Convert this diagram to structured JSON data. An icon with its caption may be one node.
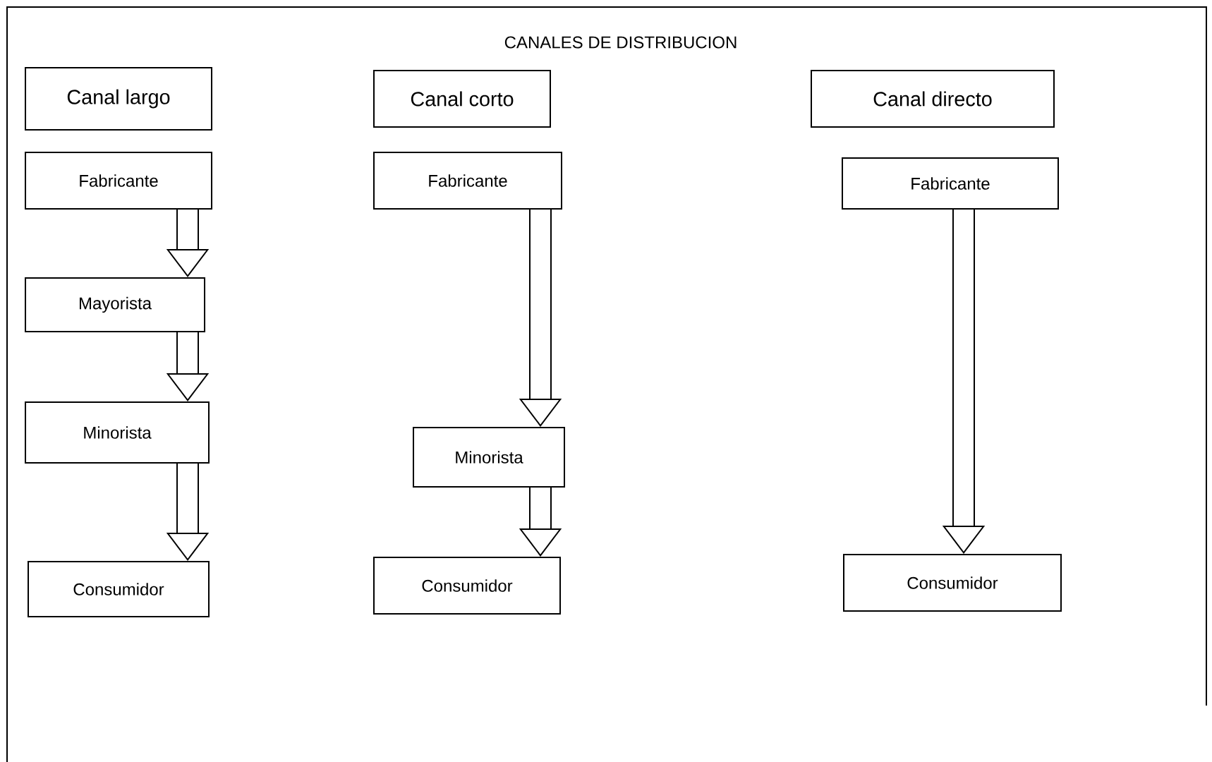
{
  "diagram": {
    "title": "CANALES DE DISTRIBUCION",
    "nodes": [
      {
        "text": [
          "Canal largo"
        ]
      },
      {
        "text": [
          "Canal corto"
        ]
      },
      {
        "text": [
          "Canal directo"
        ]
      },
      {
        "text": [
          "Fabricante"
        ]
      },
      {
        "text": [
          "Fabricante"
        ]
      },
      {
        "text": [
          "Fabricante"
        ]
      },
      {
        "text": [
          "Mayorista"
        ]
      },
      {
        "text": [
          "Minorista"
        ]
      },
      {
        "text": [
          "Minorista"
        ]
      },
      {
        "text": [
          "Consumidor"
        ]
      },
      {
        "text": [
          "Consumidor"
        ]
      },
      {
        "text": [
          "Consumidor"
        ]
      }
    ],
    "edges": [
      {
        "from": 3,
        "to": 6,
        "arrow": "to"
      },
      {
        "from": 6,
        "to": 7,
        "arrow": "to"
      },
      {
        "from": 7,
        "to": 9,
        "arrow": "to"
      },
      {
        "from": 4,
        "to": 8,
        "arrow": "to"
      },
      {
        "from": 8,
        "to": 10,
        "arrow": "to"
      },
      {
        "from": 5,
        "to": 11,
        "arrow": "to"
      }
    ]
  }
}
